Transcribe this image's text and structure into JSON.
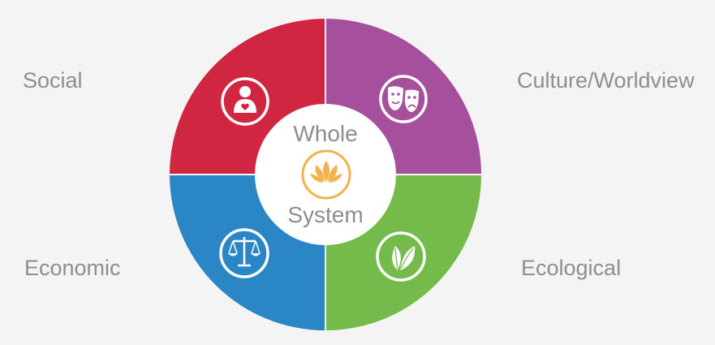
{
  "labels": {
    "social": "Social",
    "culture": "Culture/Worldview",
    "economic": "Economic",
    "ecological": "Ecological"
  },
  "center": {
    "line1": "Whole",
    "line2": "System",
    "icon": "lotus-icon"
  },
  "segments": [
    {
      "key": "social",
      "color": "#d02641",
      "icon": "person-heart-icon"
    },
    {
      "key": "culture",
      "color": "#a6509d",
      "icon": "theater-masks-icon"
    },
    {
      "key": "economic",
      "color": "#2b86c6",
      "icon": "balance-scale-icon"
    },
    {
      "key": "ecological",
      "color": "#74bb4b",
      "icon": "leaves-icon"
    }
  ],
  "colors": {
    "background": "#f4f4f4",
    "label_text": "#8e8e8e",
    "lotus": "#f2b24d",
    "center_fill": "#ffffff"
  }
}
